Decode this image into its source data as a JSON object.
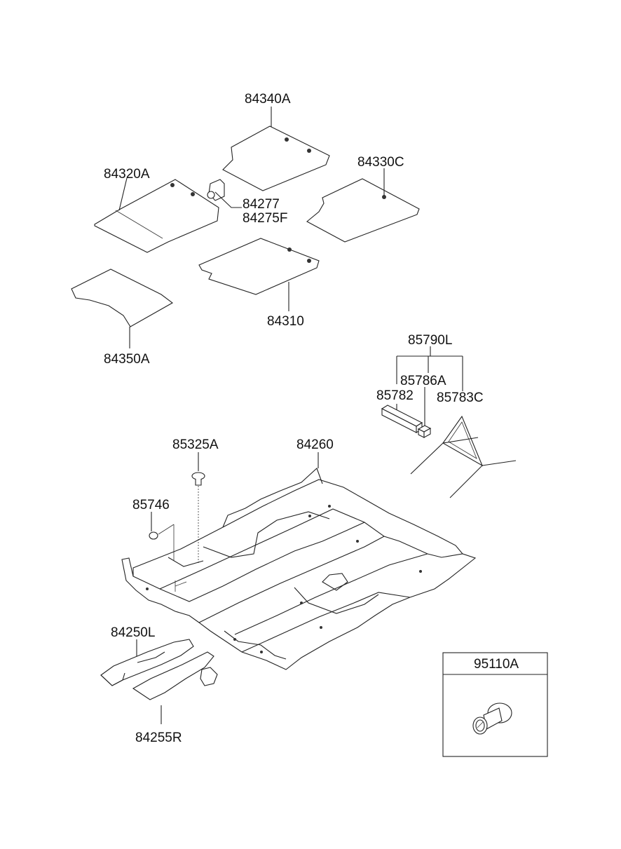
{
  "labels": {
    "p84340A": "84340A",
    "p84320A": "84320A",
    "p84330C": "84330C",
    "p84277": "84277",
    "p84275F": "84275F",
    "p84310": "84310",
    "p84350A": "84350A",
    "p85790L": "85790L",
    "p85786A": "85786A",
    "p85782": "85782",
    "p85783C": "85783C",
    "p85325A": "85325A",
    "p84260": "84260",
    "p85746": "85746",
    "p84250L": "84250L",
    "p84255R": "84255R",
    "p95110A": "95110A"
  }
}
